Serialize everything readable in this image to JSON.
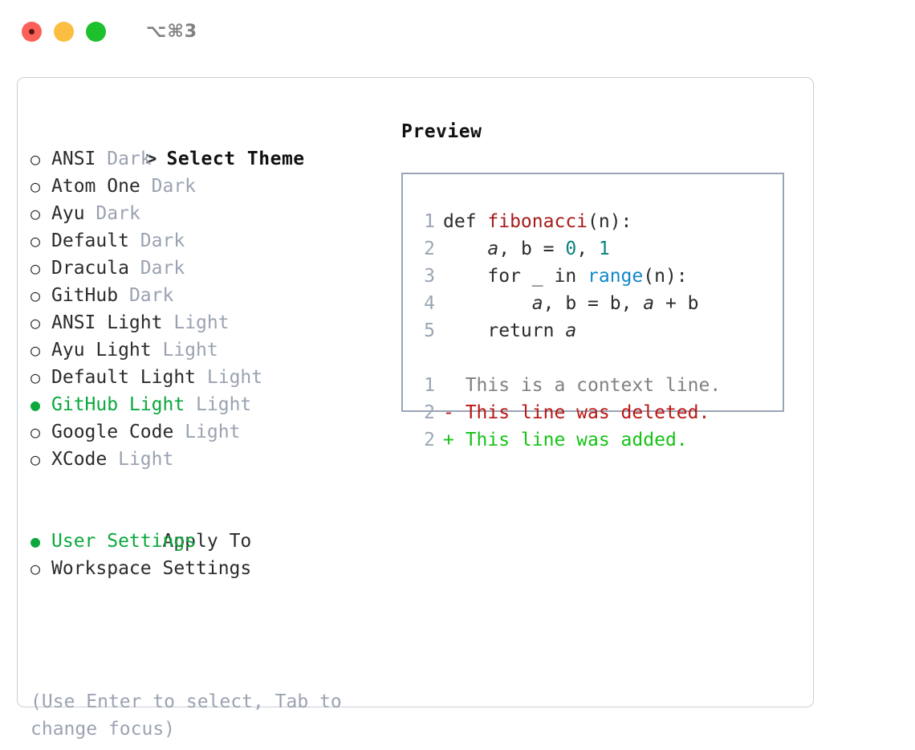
{
  "titlebar": {
    "shortcut": "⌥⌘3",
    "lights": [
      {
        "name": "close",
        "color": "#fa6159"
      },
      {
        "name": "minimize",
        "color": "#fcbe40"
      },
      {
        "name": "maximize",
        "color": "#1fc02e"
      }
    ]
  },
  "theme_list": {
    "caret": ">",
    "header": "Select Theme",
    "bullet_empty": "○",
    "bullet_full": "●",
    "items": [
      {
        "name": "ANSI",
        "variant": "Dark",
        "selected": false
      },
      {
        "name": "Atom One",
        "variant": "Dark",
        "selected": false
      },
      {
        "name": "Ayu",
        "variant": "Dark",
        "selected": false
      },
      {
        "name": "Default",
        "variant": "Dark",
        "selected": false
      },
      {
        "name": "Dracula",
        "variant": "Dark",
        "selected": false
      },
      {
        "name": "GitHub",
        "variant": "Dark",
        "selected": false
      },
      {
        "name": "ANSI Light",
        "variant": "Light",
        "selected": false
      },
      {
        "name": "Ayu Light",
        "variant": "Light",
        "selected": false
      },
      {
        "name": "Default Light",
        "variant": "Light",
        "selected": false
      },
      {
        "name": "GitHub Light",
        "variant": "Light",
        "selected": true
      },
      {
        "name": "Google Code",
        "variant": "Light",
        "selected": false
      },
      {
        "name": "XCode",
        "variant": "Light",
        "selected": false
      }
    ]
  },
  "apply_to": {
    "title": "Apply To",
    "options": [
      {
        "label": "User Settings",
        "selected": true
      },
      {
        "label": "Workspace Settings",
        "selected": false
      }
    ]
  },
  "hint": "(Use Enter to select, Tab to change focus)",
  "preview": {
    "title": "Preview",
    "code_lines": [
      {
        "num": "1",
        "tokens": [
          {
            "t": "def ",
            "c": "plain"
          },
          {
            "t": "fibonacci",
            "c": "func"
          },
          {
            "t": "(n):",
            "c": "plain"
          }
        ]
      },
      {
        "num": "2",
        "tokens": [
          {
            "t": "    ",
            "c": "plain"
          },
          {
            "t": "a",
            "c": "var"
          },
          {
            "t": ", b = ",
            "c": "plain"
          },
          {
            "t": "0",
            "c": "num"
          },
          {
            "t": ", ",
            "c": "plain"
          },
          {
            "t": "1",
            "c": "num"
          }
        ]
      },
      {
        "num": "3",
        "tokens": [
          {
            "t": "    for _ in ",
            "c": "plain"
          },
          {
            "t": "range",
            "c": "builtin"
          },
          {
            "t": "(n):",
            "c": "plain"
          }
        ]
      },
      {
        "num": "4",
        "tokens": [
          {
            "t": "        ",
            "c": "plain"
          },
          {
            "t": "a",
            "c": "var"
          },
          {
            "t": ", b = b, ",
            "c": "plain"
          },
          {
            "t": "a",
            "c": "var"
          },
          {
            "t": " + b",
            "c": "plain"
          }
        ]
      },
      {
        "num": "5",
        "tokens": [
          {
            "t": "    return ",
            "c": "plain"
          },
          {
            "t": "a",
            "c": "var"
          }
        ]
      }
    ],
    "diff_lines": [
      {
        "num": "1",
        "tokens": [
          {
            "t": "  This is a context line.",
            "c": "ctx"
          }
        ]
      },
      {
        "num": "2",
        "tokens": [
          {
            "t": "- This line was deleted.",
            "c": "del"
          }
        ]
      },
      {
        "num": "2",
        "tokens": [
          {
            "t": "+ This line was added.",
            "c": "add"
          }
        ]
      }
    ]
  },
  "colors": {
    "accent_green": "#0ba83c",
    "muted_blue_gray": "#9aa2b1",
    "border": "#c9ced8",
    "preview_border": "#9aa5b4",
    "func_red": "#a61b1b",
    "num_teal": "#0d8080",
    "builtin_blue": "#1187c9",
    "diff_del": "#bb1515",
    "diff_add": "#15c215"
  }
}
